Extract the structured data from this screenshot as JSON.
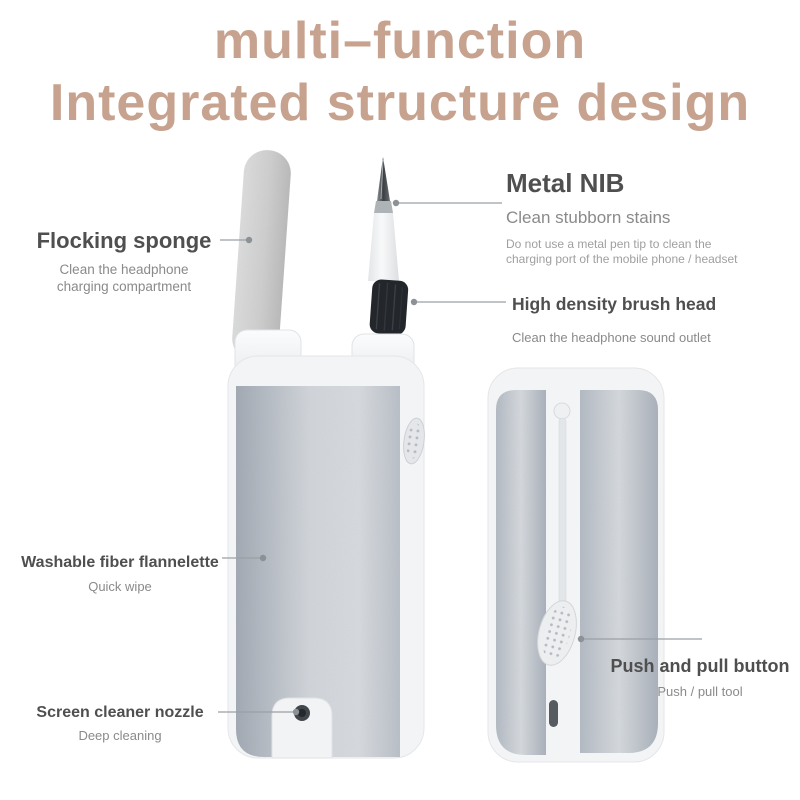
{
  "title": {
    "line1": "multi–function",
    "line2": "Integrated structure design"
  },
  "callouts": {
    "flocking": {
      "heading": "Flocking sponge",
      "sub1": "Clean the headphone",
      "sub2": "charging compartment"
    },
    "metal_nib": {
      "heading": "Metal NIB",
      "sub": "Clean stubborn stains",
      "note1": "Do not use a metal pen tip to clean the",
      "note2": "charging port of the mobile phone / headset"
    },
    "brush": {
      "heading": "High density brush head",
      "sub": "Clean the headphone sound outlet"
    },
    "flannelette": {
      "heading": "Washable fiber flannelette",
      "sub": "Quick wipe"
    },
    "nozzle": {
      "heading": "Screen cleaner nozzle",
      "sub": "Deep cleaning"
    },
    "push_button": {
      "heading": "Push and pull button",
      "sub": "Push / pull tool"
    }
  },
  "colors": {
    "title": "#c7a28f",
    "heading": "#4f4f4f",
    "subtext": "#8a8a8a",
    "note": "#9f9f9f",
    "callout_line": "#9aa0a5",
    "device_gray": "#c3c8cf"
  }
}
